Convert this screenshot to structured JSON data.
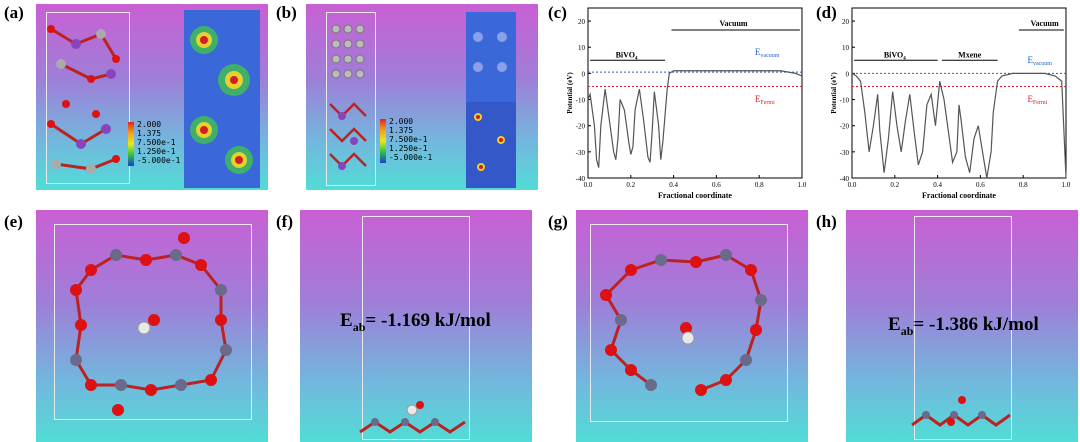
{
  "panels": {
    "a": "(a)",
    "b": "(b)",
    "c": "(c)",
    "d": "(d)",
    "e": "(e)",
    "f": "(f)",
    "g": "(g)",
    "h": "(h)"
  },
  "legend_levels": [
    "2.000",
    "1.375",
    "7.500e-1",
    "1.250e-1",
    "-5.000e-1"
  ],
  "legend_colors": [
    "#e0261c",
    "#f0a020",
    "#e8e820",
    "#30c040",
    "#1a3cd8"
  ],
  "energy": {
    "f": {
      "symbol": "E",
      "sub": "ab",
      "value": "= -1.169 kJ/mol"
    },
    "h": {
      "symbol": "E",
      "sub": "ab",
      "value": "= -1.386 kJ/mol"
    }
  },
  "chart_data": [
    {
      "type": "line",
      "panel": "c",
      "xlabel": "Fractional coordinate",
      "ylabel": "Potential (eV)",
      "xlim": [
        0.0,
        1.0
      ],
      "ylim": [
        -40,
        25
      ],
      "xticks": [
        "0.0",
        "0.2",
        "0.4",
        "0.6",
        "0.8",
        "1.0"
      ],
      "yticks": [
        "20",
        "10",
        "0",
        "-10",
        "-20",
        "-30",
        "-40"
      ],
      "x": [
        0.0,
        0.01,
        0.03,
        0.04,
        0.05,
        0.06,
        0.08,
        0.1,
        0.12,
        0.13,
        0.14,
        0.15,
        0.17,
        0.19,
        0.2,
        0.21,
        0.22,
        0.24,
        0.26,
        0.28,
        0.29,
        0.3,
        0.31,
        0.33,
        0.34,
        0.35,
        0.37,
        0.38,
        0.4,
        0.5,
        0.6,
        0.7,
        0.8,
        0.9,
        0.97,
        1.0
      ],
      "y": [
        -10,
        -8,
        -20,
        -33,
        -36,
        -20,
        -6,
        -18,
        -30,
        -33,
        -25,
        -10,
        -14,
        -26,
        -31,
        -28,
        -14,
        -6,
        -18,
        -32,
        -34,
        -22,
        -7,
        -20,
        -33,
        -26,
        -6,
        0,
        1,
        1,
        1,
        1,
        1,
        1,
        0,
        -1
      ],
      "annotations": [
        "BiVO",
        "Vacuum",
        "E",
        "vacuum",
        "E",
        "Fermi"
      ],
      "reference_lines": [
        {
          "name": "vacuum",
          "y": 0.5,
          "color": "#2060d0"
        },
        {
          "name": "Fermi",
          "y": -5,
          "color": "#e02020"
        }
      ]
    },
    {
      "type": "line",
      "panel": "d",
      "xlabel": "Fractional coordinate",
      "ylabel": "Potential (eV)",
      "xlim": [
        0.0,
        1.0
      ],
      "ylim": [
        -40,
        25
      ],
      "xticks": [
        "0.0",
        "0.2",
        "0.4",
        "0.6",
        "0.8",
        "1.0"
      ],
      "yticks": [
        "20",
        "10",
        "0",
        "-10",
        "-20",
        "-30",
        "-40"
      ],
      "x": [
        0.0,
        0.02,
        0.04,
        0.06,
        0.08,
        0.1,
        0.12,
        0.13,
        0.15,
        0.17,
        0.19,
        0.21,
        0.23,
        0.25,
        0.27,
        0.29,
        0.31,
        0.33,
        0.35,
        0.37,
        0.39,
        0.41,
        0.43,
        0.45,
        0.47,
        0.49,
        0.5,
        0.51,
        0.53,
        0.55,
        0.57,
        0.59,
        0.61,
        0.63,
        0.65,
        0.66,
        0.68,
        0.7,
        0.75,
        0.8,
        0.9,
        0.95,
        0.98,
        1.0
      ],
      "y": [
        0,
        -1,
        -3,
        -15,
        -30,
        -20,
        -8,
        -22,
        -38,
        -25,
        -7,
        -20,
        -30,
        -18,
        -8,
        -22,
        -35,
        -30,
        -12,
        -8,
        -20,
        -3,
        -10,
        -22,
        -34,
        -30,
        -12,
        -18,
        -32,
        -38,
        -25,
        -20,
        -30,
        -40,
        -30,
        -15,
        -3,
        -1,
        0,
        0,
        0,
        -1,
        -3,
        -40
      ],
      "annotations": [
        "BiVO",
        "Mxene",
        "Vacuum",
        "E",
        "vacuum",
        "E",
        "Fermi"
      ],
      "reference_lines": [
        {
          "name": "vacuum",
          "y": 0,
          "color": "#2060d0"
        },
        {
          "name": "Fermi",
          "y": -5,
          "color": "#e02020"
        }
      ]
    }
  ],
  "text": {
    "bivo": "BiVO",
    "bivo_sub": "4",
    "vacuum": "Vacuum",
    "mxene": "Mxene",
    "e": "E",
    "vacuum_sub": "vacuum",
    "fermi_sub": "Fermi"
  }
}
